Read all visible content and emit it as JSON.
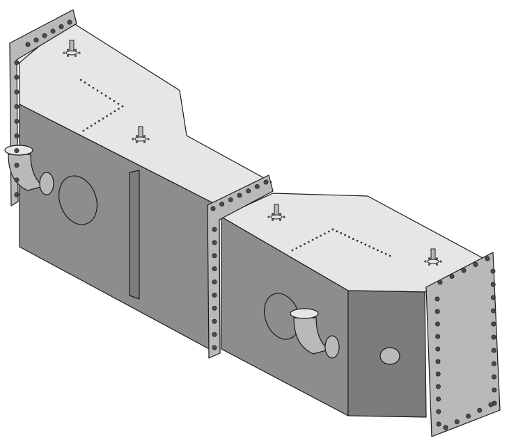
{
  "scene": {
    "subject": "",
    "style": {
      "background": "#ffffff",
      "top_face": "#e6e6e6",
      "side_face": "#8d8d8d",
      "side_face_dark": "#7c7c7c",
      "flange": "#b9b9b9",
      "outline": "#1a1a1a",
      "bolt": "#4a4a4a",
      "rivet": "#333333"
    },
    "components": [
      "left-flange",
      "left-box",
      "middle-channel",
      "right-flange-center",
      "right-box",
      "right-end-flange",
      "inspection-port-left",
      "inspection-port-right",
      "pipe-elbow-left",
      "pipe-elbow-right",
      "nozzle-top",
      "side-boss"
    ]
  }
}
